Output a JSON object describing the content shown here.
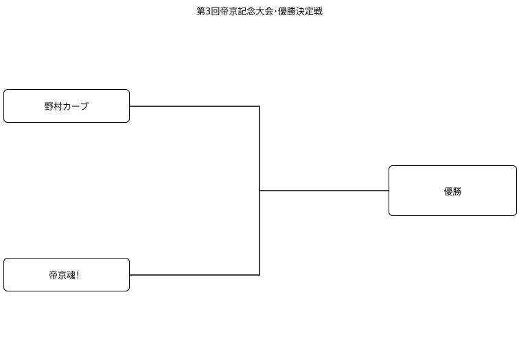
{
  "title": "第3回帝京記念大会･優勝決定戦",
  "teams": [
    {
      "name": "野村カープ"
    },
    {
      "name": "帝京魂！"
    }
  ],
  "winner": {
    "label": "優勝"
  },
  "colors": {
    "line": "#000000",
    "background": "#ffffff"
  }
}
